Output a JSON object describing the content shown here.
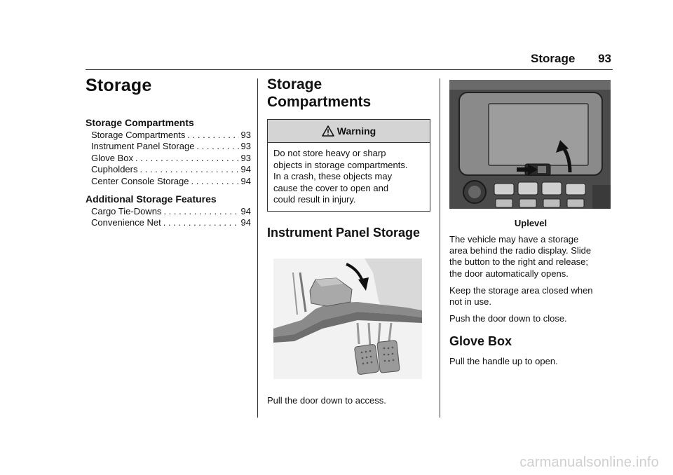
{
  "header": {
    "section": "Storage",
    "page_number": "93"
  },
  "column1": {
    "chapter_title": "Storage",
    "groups": [
      {
        "heading": "Storage Compartments",
        "entries": [
          {
            "label": "Storage Compartments",
            "page": "93"
          },
          {
            "label": "Instrument Panel Storage",
            "page": "93"
          },
          {
            "label": "Glove Box",
            "page": "93"
          },
          {
            "label": "Cupholders",
            "page": "94"
          },
          {
            "label": "Center Console Storage",
            "page": "94"
          }
        ]
      },
      {
        "heading": "Additional Storage Features",
        "entries": [
          {
            "label": "Cargo Tie-Downs",
            "page": "94"
          },
          {
            "label": "Convenience Net",
            "page": "94"
          }
        ]
      }
    ]
  },
  "column2": {
    "heading_line1": "Storage",
    "heading_line2": "Compartments",
    "warning": {
      "title": "Warning",
      "lines": [
        "Do not store heavy or sharp",
        "objects in storage compartments.",
        "In a crash, these objects may",
        "cause the cover to open and",
        "could result in injury."
      ]
    },
    "subheading": "Instrument Panel Storage",
    "caption": "Pull the door down to access."
  },
  "column3": {
    "figure_label": "Uplevel",
    "paragraphs": [
      [
        "The vehicle may have a storage",
        "area behind the radio display. Slide",
        "the button to the right and release;",
        "the door automatically opens."
      ],
      [
        "Keep the storage area closed when",
        "not in use."
      ],
      [
        "Push the door down to close."
      ]
    ],
    "subheading": "Glove Box",
    "glove_text": "Pull the handle up to open."
  },
  "watermark": "carmanualsonline.info",
  "icons": {
    "warning": "warning-triangle-icon"
  }
}
